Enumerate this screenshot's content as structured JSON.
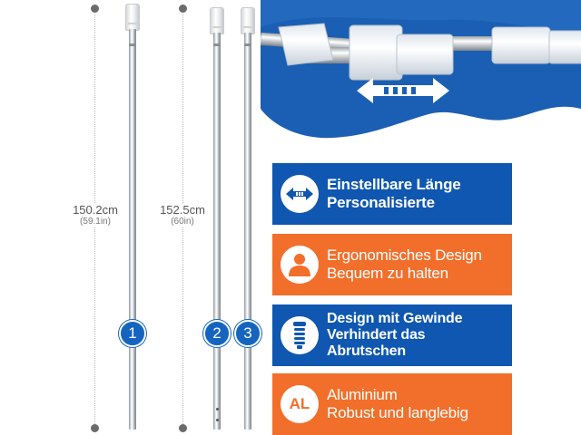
{
  "measurements": [
    {
      "length": "150.2cm",
      "imperial": "(59.1in)"
    },
    {
      "length": "152.5cm",
      "imperial": "(60in)"
    }
  ],
  "poles": [
    {
      "number": "1"
    },
    {
      "number": "2"
    },
    {
      "number": "3"
    }
  ],
  "features": [
    {
      "icon": "arrows-extend-icon",
      "color": "#0f57b0",
      "lines": [
        "Einstellbare Länge",
        "Personalisierte"
      ]
    },
    {
      "icon": "person-icon",
      "color": "#f26f2b",
      "lines": [
        "Ergonomisches Design",
        "Bequem zu halten"
      ]
    },
    {
      "icon": "thread-screw-icon",
      "color": "#0f57b0",
      "lines": [
        "Design mit Gewinde",
        "Verhindert das",
        "Abrutschen"
      ]
    },
    {
      "icon": "al",
      "icon_text": "AL",
      "color": "#f26f2b",
      "lines": [
        "Aluminium",
        "Robust und langlebig"
      ]
    }
  ],
  "colors": {
    "blue": "#0f57b0",
    "orange": "#f26f2b",
    "badge": "#1565c0"
  }
}
